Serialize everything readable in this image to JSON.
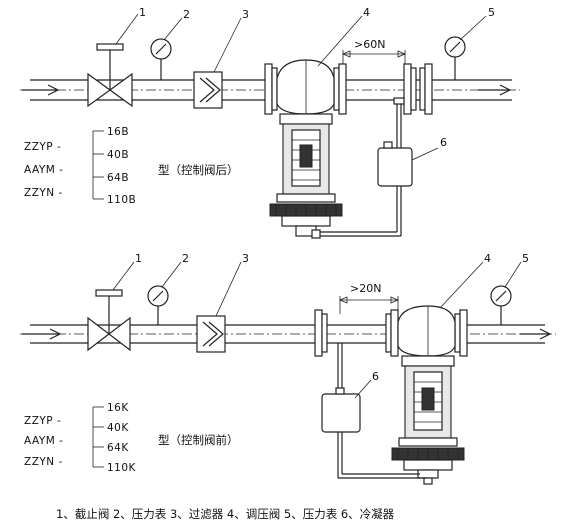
{
  "top": {
    "callouts": [
      "1",
      "2",
      "3",
      "4",
      "5",
      "6"
    ],
    "dimension": ">60N",
    "models": [
      "ZZYP -",
      "AAYM -",
      "ZZYN -"
    ],
    "pressures": [
      "16B",
      "40B",
      "64B",
      "110B"
    ],
    "caption": "型（控制阀后）"
  },
  "bottom": {
    "callouts": [
      "1",
      "2",
      "3",
      "4",
      "5",
      "6"
    ],
    "dimension": ">20N",
    "models": [
      "ZZYP -",
      "AAYM -",
      "ZZYN -"
    ],
    "pressures": [
      "16K",
      "40K",
      "64K",
      "110K"
    ],
    "caption": "型（控制阀前）"
  },
  "legend": "1、截止阀 2、压力表 3、过滤器 4、调压阀 5、压力表 6、冷凝器"
}
